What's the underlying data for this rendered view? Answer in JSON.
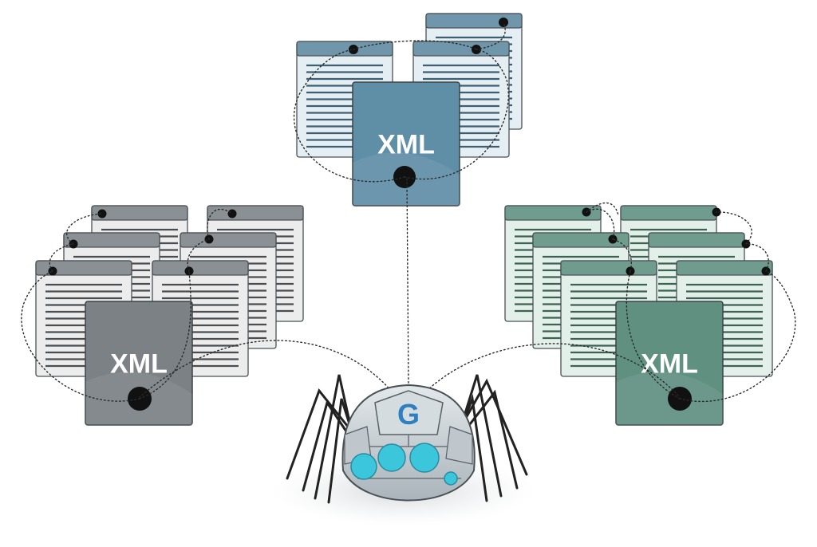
{
  "diagram": {
    "hubs": [
      {
        "id": "top",
        "label": "XML",
        "color": "#5f8ea7",
        "header_color": "#6f96ab",
        "paper_color": "#e4eef3",
        "line_color": "#3e5f73"
      },
      {
        "id": "left",
        "label": "XML",
        "color": "#7b8185",
        "header_color": "#8a9094",
        "paper_color": "#ececec",
        "line_color": "#4a4d50"
      },
      {
        "id": "right",
        "label": "XML",
        "color": "#5f9080",
        "header_color": "#6f9c8c",
        "paper_color": "#e3efe9",
        "line_color": "#3c6255"
      }
    ],
    "crawler": {
      "letter": "G",
      "letter_color": "#2f7fc0",
      "eye_color": "#3cc6dc",
      "body_color": "#c8cfd3"
    }
  }
}
